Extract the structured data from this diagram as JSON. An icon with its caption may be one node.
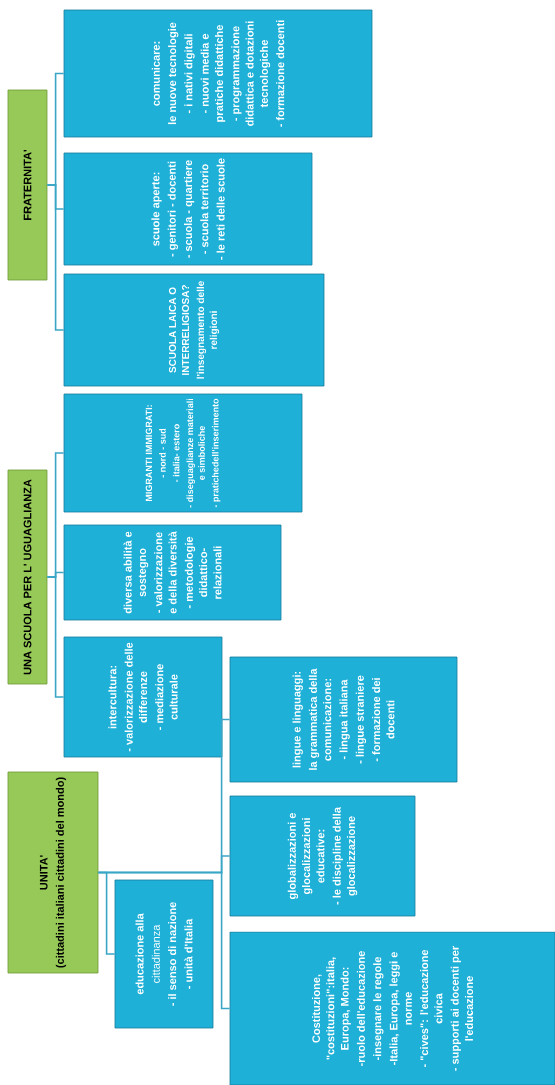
{
  "diagram": {
    "nodes": [
      {
        "text": [
          "FRATERNITA'"
        ]
      },
      {
        "text": [
          "comunicare:",
          "le nuove tecnologie",
          "- i nativi digitali",
          "- nuovi media e pratiche didattiche",
          "- programmazione didattica e dotazioni tecnologiche",
          "- formazione docenti"
        ]
      },
      {
        "text": [
          "scuole aperte:",
          "- genitori - docenti",
          "- scuola - quartiere",
          "- scuola territorio",
          "- le reti delle scuole"
        ]
      },
      {
        "text": [
          "SCUOLA LAICA O INTERRELIGIOSA?",
          "l'insegnamento delle religioni"
        ]
      },
      {
        "text": [
          "UNA SCUOLA PER L' UGUAGLIANZA"
        ]
      },
      {
        "text": [
          "MIGRANTI IMMIGRATI:",
          "- nord - sud",
          "- italia- estero",
          "- diseguaglianze materiali e simboliche",
          "- pratichedell'inserimento"
        ]
      },
      {
        "text": [
          "diversa abilità e sostegno",
          "- valorizzazione e della diversità",
          "- metodologie didattico-relazionali"
        ]
      },
      {
        "text": [
          "intercultura:",
          "- valorizzazione delle differenze",
          "- mediazione culturale"
        ]
      },
      {
        "text": [
          "lingue e linguaggi:",
          "la grammatica della comunicazione:",
          "- lingua italiana",
          "- lingue straniere",
          "- formazione dei docenti"
        ]
      },
      {
        "text": [
          "UNITA'",
          "(cittadini italiani cittadini del mondo)"
        ]
      },
      {
        "text": [
          "globalizzazioni e glocalizzazioni educative:",
          "- le discipline della glocalizzazione"
        ]
      },
      {
        "text": [
          "educazione alla",
          "cittadinanza",
          "- il senso di nazione",
          "- unità d'Italia"
        ]
      },
      {
        "text": [
          "Costituzione, \"costituzioni\":italia, Europa, Mondo:",
          "-ruolo dell'educazione",
          "-insegnare le regole",
          "-Italia, Europa, leggi e norme",
          "- \"cives\": l'educazione civica",
          "- supporti  ai docenti per l'educazione"
        ]
      }
    ],
    "edges": [
      {
        "from": 0,
        "to": 1,
        "arrow": "none"
      },
      {
        "from": 0,
        "to": 2,
        "arrow": "none"
      },
      {
        "from": 0,
        "to": 3,
        "arrow": "none"
      },
      {
        "from": 4,
        "to": 5,
        "arrow": "none"
      },
      {
        "from": 4,
        "to": 6,
        "arrow": "none"
      },
      {
        "from": 4,
        "to": 7,
        "arrow": "none"
      },
      {
        "from": 9,
        "to": 11,
        "arrow": "none"
      },
      {
        "from": 9,
        "to": 8,
        "arrow": "none"
      },
      {
        "from": 9,
        "to": 10,
        "arrow": "none"
      },
      {
        "from": 9,
        "to": 12,
        "arrow": "none"
      }
    ]
  }
}
